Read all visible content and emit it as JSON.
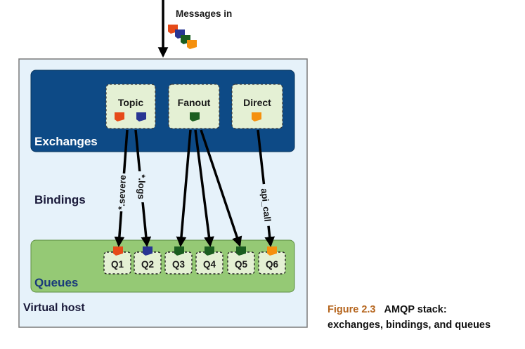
{
  "messages_label": "Messages in",
  "exchanges_label": "Exchanges",
  "bindings_label": "Bindings",
  "queues_label": "Queues",
  "vhost_label": "Virtual host",
  "exchanges": [
    {
      "name": "Topic"
    },
    {
      "name": "Fanout"
    },
    {
      "name": "Direct"
    }
  ],
  "queues": [
    "Q1",
    "Q2",
    "Q3",
    "Q4",
    "Q5",
    "Q6"
  ],
  "binding_keys": [
    "*.severe",
    "*.logs",
    "api_call"
  ],
  "caption": {
    "figure": "Figure 2.3",
    "line1": "AMQP stack:",
    "line2": "exchanges, bindings, and queues"
  },
  "colors": {
    "red": "#e64a19",
    "blue": "#283593",
    "green": "#1b5e20",
    "orange": "#f5900e",
    "vhost_bg": "#e6f2fa",
    "exchanges_bg": "#0d4a86",
    "queues_bg": "#95c975",
    "box_bg": "#e4f0d4",
    "accent_text": "#b5651d"
  }
}
